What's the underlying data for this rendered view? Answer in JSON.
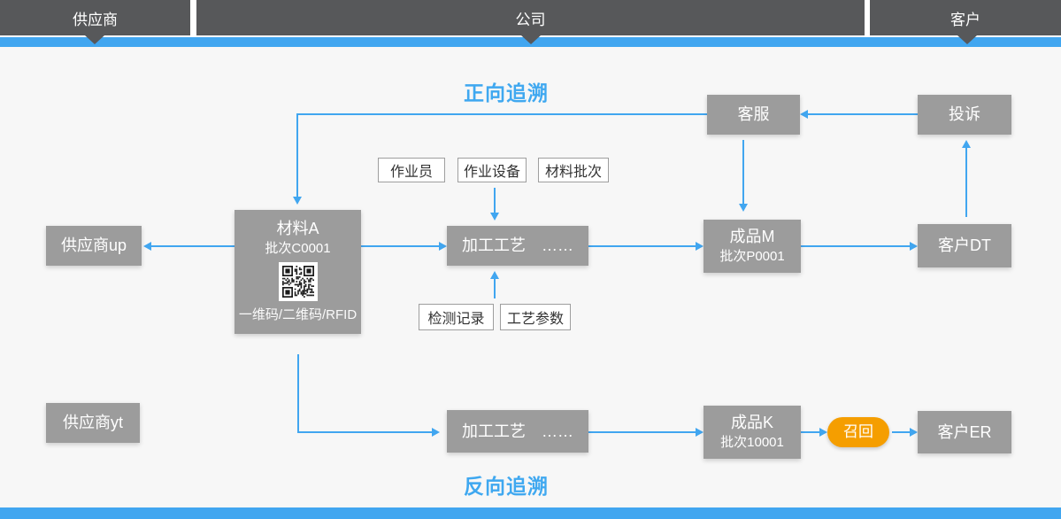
{
  "top_bar": {
    "segments": [
      {
        "label": "供应商"
      },
      {
        "label": "公司"
      },
      {
        "label": "客户"
      }
    ]
  },
  "titles": {
    "forward": "正向追溯",
    "backward": "反向追溯"
  },
  "tags": {
    "operator": "作业员",
    "equipment": "作业设备",
    "material_batch": "材料批次",
    "inspection": "检测记录",
    "process_params": "工艺参数"
  },
  "nodes": {
    "customer_service": {
      "label": "客服"
    },
    "complaint": {
      "label": "投诉"
    },
    "supplier_up": {
      "label": "供应商up"
    },
    "material_a": {
      "title": "材料A",
      "batch": "批次C0001",
      "code_caption": "一维码/二维码/RFID"
    },
    "process_forward": {
      "label": "加工工艺　……"
    },
    "product_m": {
      "title": "成品M",
      "batch": "批次P0001"
    },
    "customer_dt": {
      "label": "客户DT"
    },
    "supplier_yt": {
      "label": "供应商yt"
    },
    "process_backward": {
      "label": "加工工艺　……"
    },
    "product_k": {
      "title": "成品K",
      "batch": "批次10001"
    },
    "recall": {
      "label": "召回"
    },
    "customer_er": {
      "label": "客户ER"
    }
  },
  "icons": {
    "qr": "qr-code-icon"
  },
  "colors": {
    "band_dark": "#57585a",
    "band_blue": "#41a6f0",
    "node_gray": "#9c9c9c",
    "title_blue": "#3fa8f0",
    "recall_orange": "#f59e00",
    "canvas_background": "#f7f7f7"
  }
}
